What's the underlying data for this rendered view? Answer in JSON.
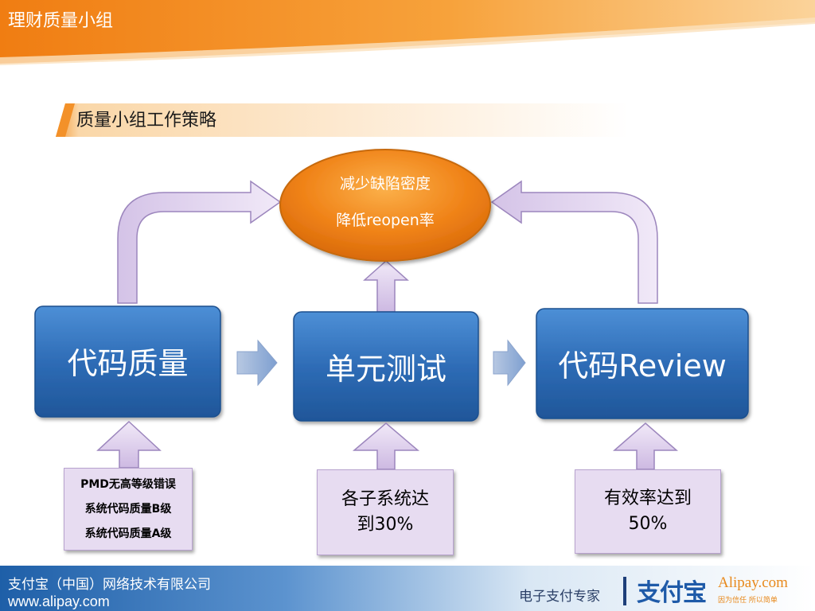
{
  "header": {
    "title": "理财质量小组"
  },
  "section": {
    "heading": "质量小组工作策略"
  },
  "goal": {
    "line1": "减少缺陷密度",
    "line2": "降低reopen率"
  },
  "boxes": [
    {
      "label": "代码质量"
    },
    {
      "label": "单元测试"
    },
    {
      "label": "代码Review"
    }
  ],
  "notes": {
    "code_quality": [
      "PMD无高等级错误",
      "系统代码质量B级",
      "系统代码质量A级"
    ],
    "unit_test": {
      "line1": "各子系统达",
      "line2": "到30%"
    },
    "review": {
      "line1": "有效率达到",
      "line2": "50%"
    }
  },
  "footer": {
    "company": "支付宝（中国）网络技术有限公司",
    "url": "www.alipay.com",
    "slogan": "电子支付专家",
    "logo_cn": "支付宝",
    "logo_en": "Alipay.com",
    "logo_tagline": "因为信任 所以简单"
  },
  "colors": {
    "banner_orange": "#f58a1f",
    "box_blue": "#2f6fb8",
    "goal_orange": "#f07e15",
    "arrow_lavender": "#d9c8ea",
    "note_lavender": "#e7dcf1"
  }
}
